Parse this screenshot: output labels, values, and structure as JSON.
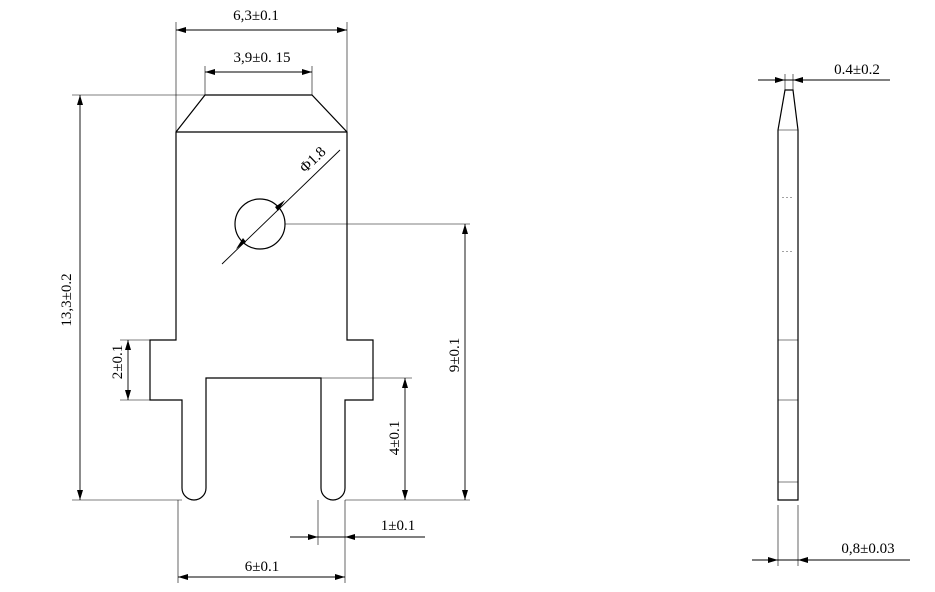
{
  "front_view": {
    "dims": {
      "overall_width": "6,3±0.1",
      "tab_top_width": "3,9±0. 15",
      "hole_diameter": "Φ1.8",
      "overall_height": "13,3±0.2",
      "notch_height": "2±0.1",
      "leg_length": "4±0.1",
      "hole_to_bottom": "9±0.1",
      "leg_width": "1±0.1",
      "leg_spacing": "6±0.1"
    }
  },
  "side_view": {
    "dims": {
      "tip_thickness": "0.4±0.2",
      "thickness": "0,8±0.03"
    }
  }
}
